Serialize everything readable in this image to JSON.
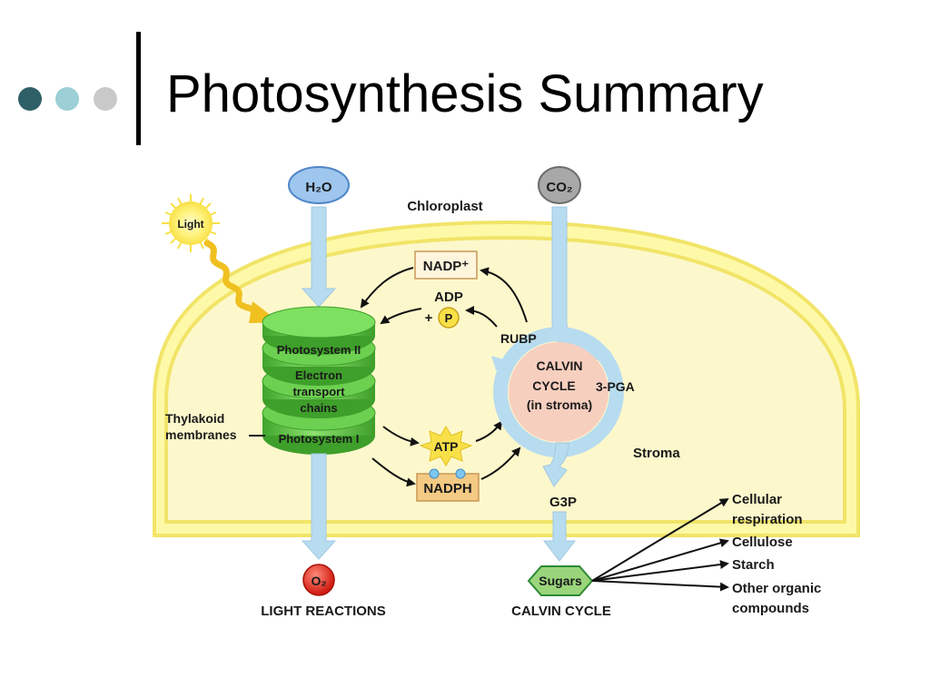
{
  "slide": {
    "title": "Photosynthesis Summary"
  },
  "colors": {
    "accent_dark": "#2f5f66",
    "accent_light": "#9ccfd6",
    "accent_gray": "#c9c9c9",
    "chloroplast_fill": "#fdf8c8",
    "membrane": "#f3e98a",
    "thylakoid_green": "#59c040",
    "calvin_center": "#f7cfbf",
    "flow_arrow": "#b8dcef"
  },
  "diagram": {
    "inputs": {
      "water_label": "H₂O",
      "co2_label": "CO₂"
    },
    "light_label": "Light",
    "chloroplast_label": "Chloroplast",
    "thylakoid": {
      "photosystem_ii": "Photosystem II",
      "etc_line1": "Electron",
      "etc_line2": "transport",
      "etc_line3": "chains",
      "photosystem_i": "Photosystem I"
    },
    "thylakoid_membranes_line1": "Thylakoid",
    "thylakoid_membranes_line2": "membranes",
    "nadp_label": "NADP⁺",
    "adp_label": "ADP",
    "plus_sign": "+",
    "p_label": "P",
    "atp_label": "ATP",
    "nadph_label": "NADPH",
    "rubp_label": "RUBP",
    "calvin_cycle": {
      "line1": "CALVIN",
      "line2": "CYCLE",
      "line3": "(in stroma)"
    },
    "pga_label": "3-PGA",
    "stroma_label": "Stroma",
    "g3p_label": "G3P",
    "oxygen_label": "O₂",
    "sugars_label": "Sugars",
    "light_reactions_label": "LIGHT REACTIONS",
    "calvin_cycle_label": "CALVIN CYCLE",
    "products": {
      "cellular_line1": "Cellular",
      "cellular_line2": "respiration",
      "cellulose": "Cellulose",
      "starch": "Starch",
      "other_line1": "Other organic",
      "other_line2": "compounds"
    }
  }
}
